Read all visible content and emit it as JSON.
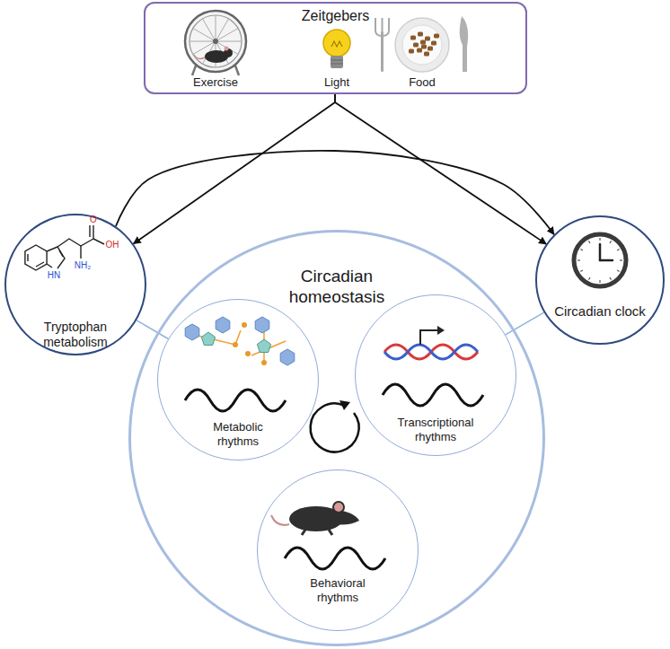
{
  "diagram": {
    "nodes": [
      {
        "text": [
          "Zeitgebers"
        ]
      },
      {
        "text": [
          "Tryptophan metabolism"
        ]
      },
      {
        "text": [
          "Circadian clock"
        ]
      },
      {
        "text": [
          "Circadian homeostasis"
        ]
      },
      {
        "text": [
          "Metabolic rhythms"
        ],
        "in": 3
      },
      {
        "text": [
          "Transcriptional rhythms"
        ],
        "in": 3
      },
      {
        "text": [
          "Behavioral rhythms"
        ],
        "in": 3
      }
    ],
    "edges": [
      {
        "from": 0,
        "to": 1,
        "arrow": "to"
      },
      {
        "from": 0,
        "to": 2,
        "arrow": "to"
      },
      {
        "from": 1,
        "to": 2,
        "arrow": "to"
      },
      {
        "from": 1,
        "to": 4,
        "arrow": "none"
      },
      {
        "from": 2,
        "to": 5,
        "arrow": "none"
      }
    ],
    "labels": [
      "Exercise",
      "Light",
      "Food",
      "HN",
      "O",
      "OH",
      "NH₂"
    ]
  }
}
